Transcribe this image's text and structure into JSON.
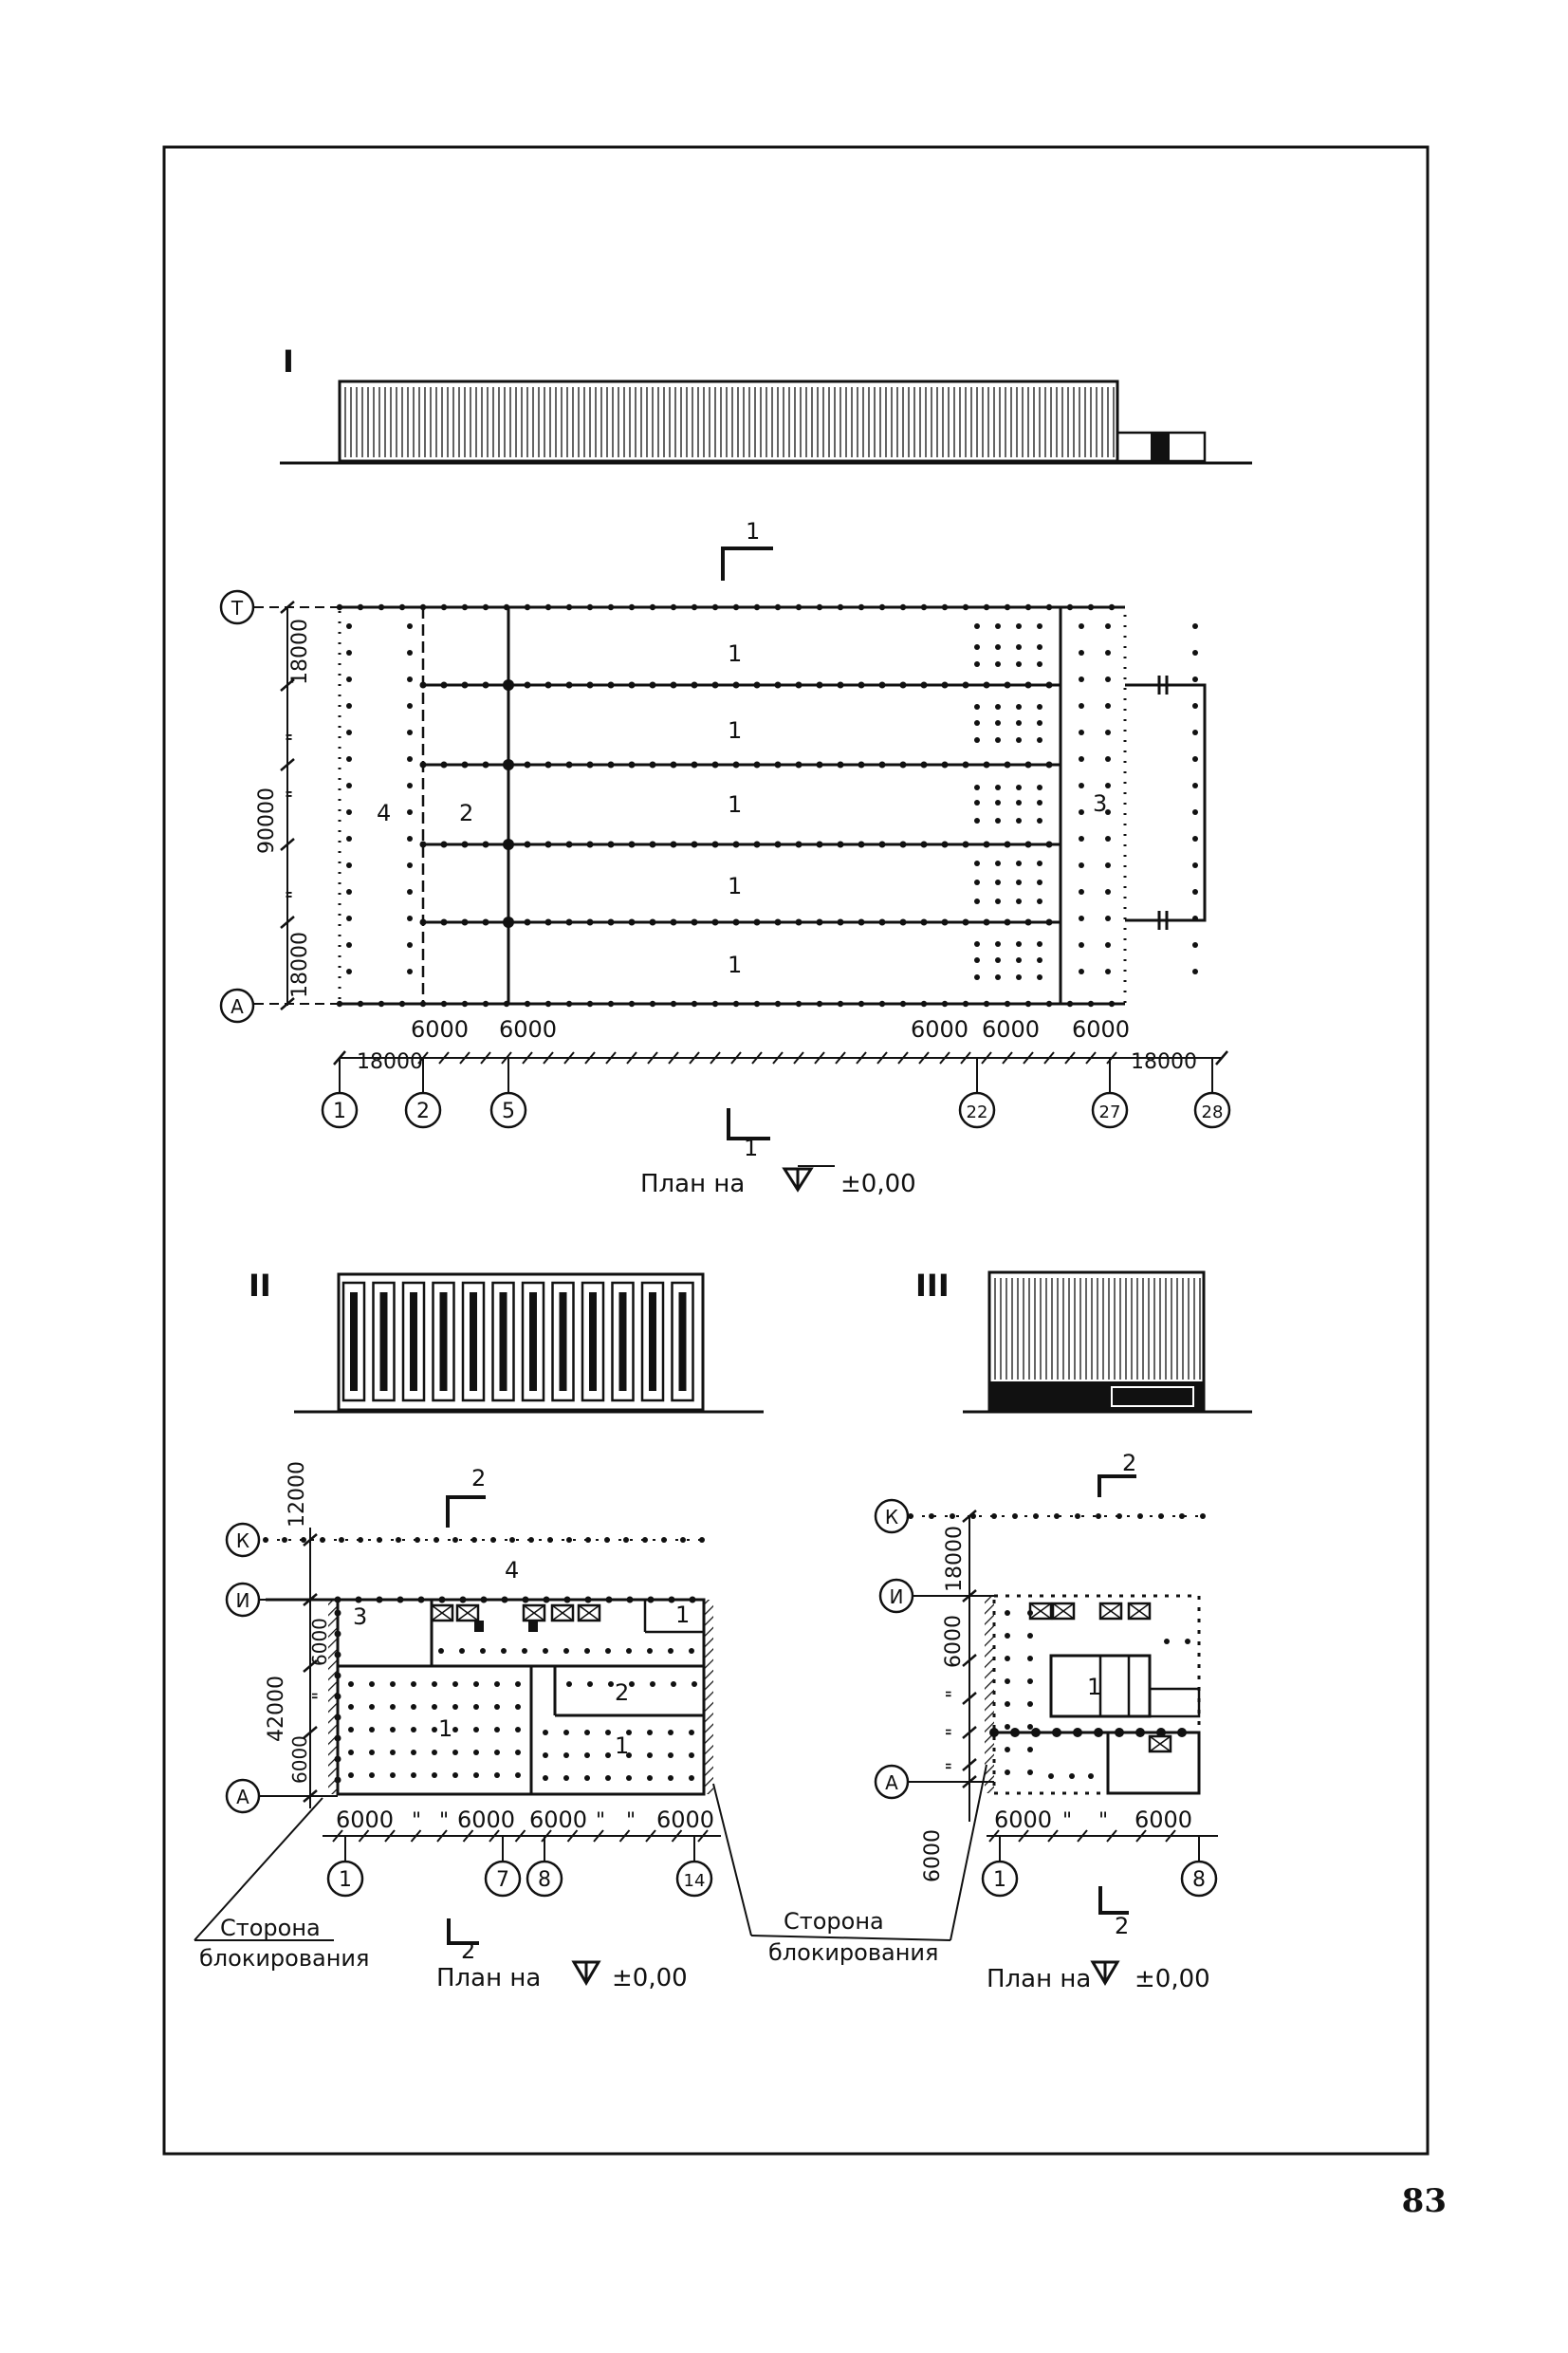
{
  "page_number": "83",
  "figure1": {
    "roman": "I",
    "section_mark": "1",
    "section_mark_bottom": "1",
    "zone_labels": [
      "1",
      "1",
      "1",
      "1",
      "1",
      "4",
      "2",
      "3"
    ],
    "axis_letters": [
      "Т",
      "А"
    ],
    "vertical_dims": [
      "18000",
      "\"",
      "\"",
      "90000",
      "\"",
      "18000"
    ],
    "bottom_dims": [
      "18000",
      "6000",
      "6000",
      "6000",
      "6000",
      "6000",
      "18000"
    ],
    "axis_numbers": [
      "1",
      "2",
      "5",
      "22",
      "27",
      "28"
    ],
    "plan_caption_prefix": "План на",
    "plan_caption_value": "±0,00"
  },
  "figure2": {
    "roman": "II",
    "section_mark": "2",
    "section_mark_bottom": "2",
    "zone_labels": [
      "4",
      "3",
      "1",
      "2",
      "1",
      "1"
    ],
    "axis_letters": [
      "К",
      "И",
      "А"
    ],
    "vertical_dims": [
      "12000",
      "42000",
      "6000",
      "\"",
      "6000"
    ],
    "bottom_dims": [
      "6000",
      "\"",
      "\"",
      "6000",
      "6000",
      "\"",
      "\"",
      "6000"
    ],
    "axis_numbers": [
      "1",
      "7",
      "8",
      "14"
    ],
    "blocking_label_line1": "Сторона",
    "blocking_label_line2": "блокирования",
    "plan_caption_prefix": "План на",
    "plan_caption_value": "±0,00"
  },
  "figure3": {
    "roman": "III",
    "section_mark": "2",
    "section_mark_bottom": "2",
    "zone_labels": [
      "1"
    ],
    "axis_letters": [
      "К",
      "И",
      "А"
    ],
    "vertical_dims": [
      "18000",
      "6000",
      "\"",
      "\"",
      "\"",
      "6000"
    ],
    "bottom_dims": [
      "6000",
      "\"",
      "\"",
      "6000"
    ],
    "axis_numbers": [
      "1",
      "8"
    ],
    "blocking_label_line1": "Сторона",
    "blocking_label_line2": "блокирования",
    "plan_caption_prefix": "План на",
    "plan_caption_value": "±0,00"
  }
}
